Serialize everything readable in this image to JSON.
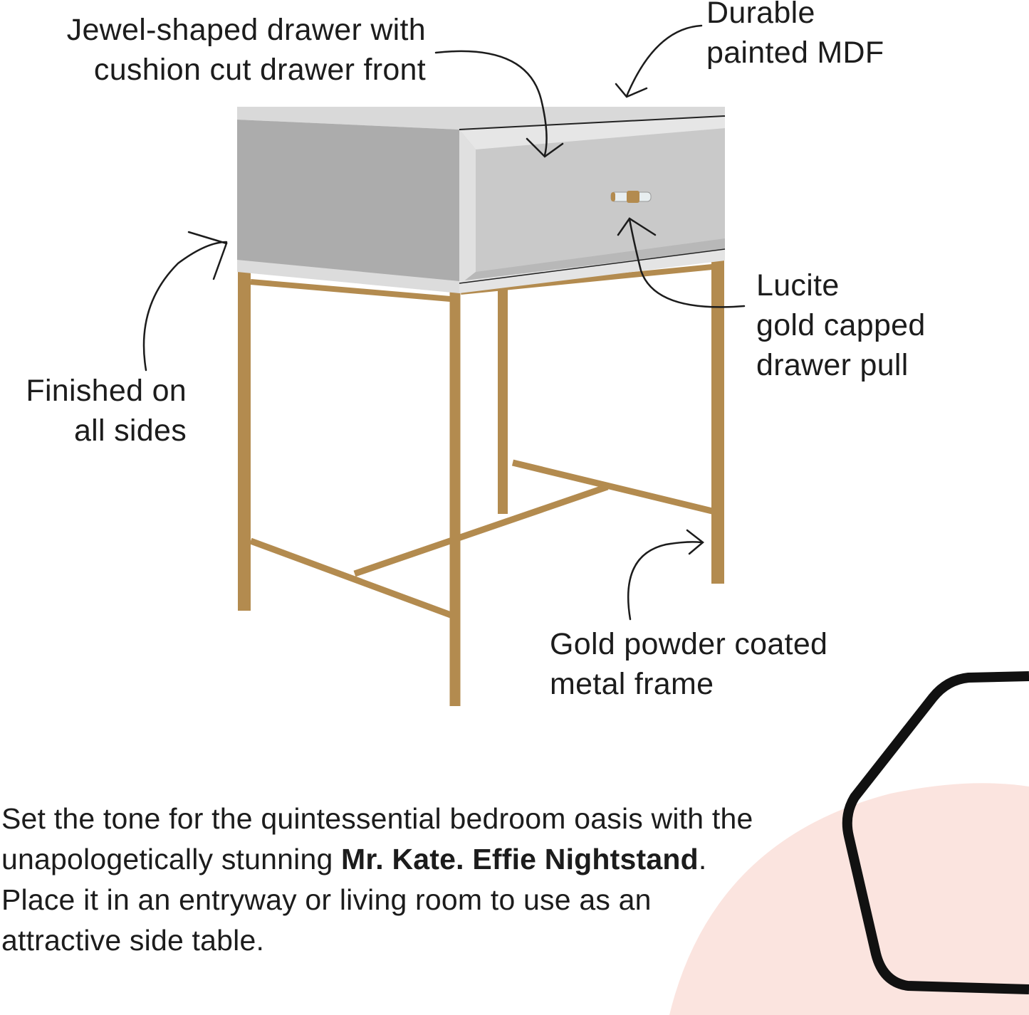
{
  "callouts": {
    "drawer": [
      "Jewel-shaped drawer with",
      "cushion cut drawer front"
    ],
    "mdf": [
      "Durable",
      "painted MDF"
    ],
    "pull": [
      "Lucite",
      "gold capped",
      "drawer pull"
    ],
    "sides": [
      "Finished on",
      "all sides"
    ],
    "frame": [
      "Gold powder coated",
      "metal frame"
    ]
  },
  "description": {
    "part1": "Set the tone for the quintessential bedroom oasis with the unapologetically stunning ",
    "product_name": "Mr. Kate. Effie Nightstand",
    "part2": ". Place it in an entryway or living room to use as an attractive side table."
  },
  "colors": {
    "gold": "#b38b4f",
    "body_gray": "#c6c6c6",
    "pink": "#fbe4df",
    "ink": "#1c1c1c"
  }
}
